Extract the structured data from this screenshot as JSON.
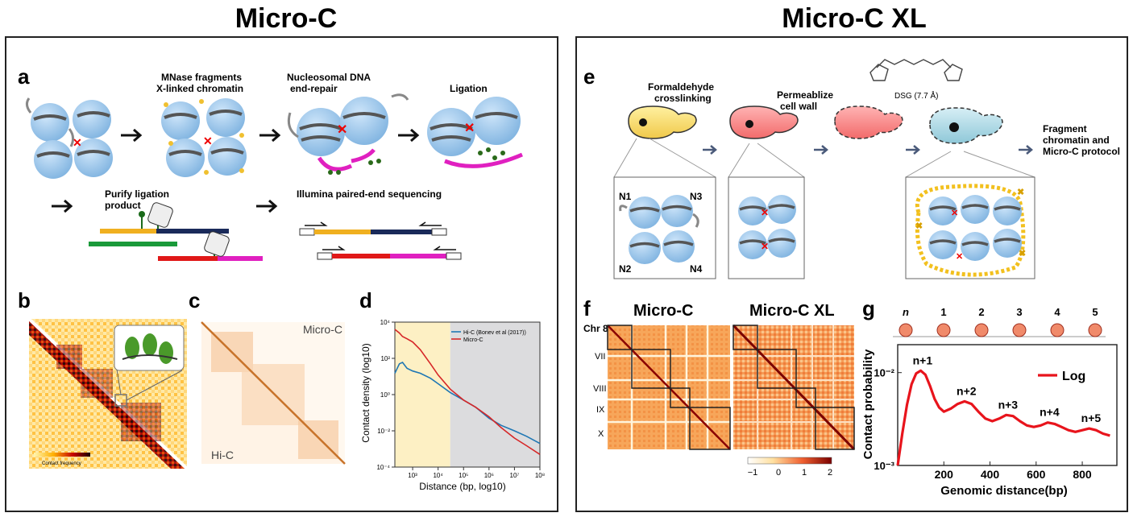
{
  "titles": {
    "left": "Micro-C",
    "right": "Micro-C XL"
  },
  "panels": {
    "a": {
      "letter": "a",
      "step_labels": [
        "MNase fragments",
        "X-linked chromatin",
        "Nucleosomal DNA",
        " end-repair",
        "Ligation"
      ],
      "purify": [
        "Purify ligation",
        "product"
      ],
      "seq": "Illumina paired-end sequencing"
    },
    "b": {
      "letter": "b",
      "colorbar_label": "Contact frequency"
    },
    "c": {
      "letter": "c",
      "top": "Micro-C",
      "bottom": "Hi-C"
    },
    "d": {
      "letter": "d",
      "ylabel": "Contact density (log10)",
      "xlabel": "Distance (bp, log10)",
      "legend": [
        "Hi-C (Bonev et al (2017))",
        "Micro-C"
      ],
      "yticks": [
        "10⁴",
        "10²",
        "10⁰",
        "10⁻²",
        "10⁻⁴"
      ],
      "xticks": [
        "10³",
        "10⁴",
        "10⁵",
        "10⁶",
        "10⁷",
        "10⁸"
      ],
      "colors": {
        "hic": "#1f77b4",
        "microc": "#d62728"
      }
    },
    "e": {
      "letter": "e",
      "steps": [
        "Formaldehyde",
        "crosslinking",
        "Permeablize",
        "cell wall",
        "Fragment",
        "chromatin  and",
        "Micro-C protocol"
      ],
      "dsg": "DSG (7.7 Å)",
      "nucleosomes": [
        "N1",
        "N2",
        "N3",
        "N4"
      ]
    },
    "f": {
      "letter": "f",
      "map_titles": [
        "Micro-C",
        "Micro-C XL"
      ],
      "chr": "Chr 8",
      "rows": [
        "VII",
        "VIII",
        "IX",
        "X"
      ],
      "cbar_ticks": [
        "−1",
        "0",
        "1",
        "2"
      ]
    },
    "g": {
      "letter": "g",
      "ylabel": "Contact probability",
      "xlabel": "Genomic distance(bp)",
      "legend": "Log",
      "yticks": [
        "10⁻²",
        "10⁻³"
      ],
      "xticks": [
        "200",
        "400",
        "600",
        "800"
      ],
      "peaks": [
        "n+1",
        "n+2",
        "n+3",
        "n+4",
        "n+5"
      ],
      "top_labels": [
        "n",
        "1",
        "2",
        "3",
        "4",
        "5"
      ],
      "color": "#e8141c"
    }
  },
  "chart_data": [
    {
      "type": "line",
      "panel": "d",
      "xscale": "log",
      "yscale": "log",
      "xlim": [
        200,
        100000000
      ],
      "ylim": [
        0.0001,
        10000
      ],
      "xlabel": "Distance (bp, log10)",
      "ylabel": "Contact density (log10)",
      "legend_position": "top-right",
      "series": [
        {
          "name": "Hi-C (Bonev et al (2017))",
          "x": [
            200,
            300,
            400,
            600,
            1000,
            2000,
            5000,
            10000,
            30000,
            100000,
            300000,
            1000000,
            3000000,
            10000000,
            30000000,
            100000000
          ],
          "y": [
            15,
            50,
            60,
            28,
            20,
            15,
            8,
            4,
            1.3,
            0.5,
            0.2,
            0.05,
            0.02,
            0.01,
            0.005,
            0.002
          ]
        },
        {
          "name": "Micro-C",
          "x": [
            200,
            300,
            400,
            600,
            1000,
            2000,
            5000,
            10000,
            30000,
            100000,
            300000,
            1000000,
            3000000,
            10000000,
            30000000,
            100000000
          ],
          "y": [
            4000,
            2500,
            1600,
            1200,
            800,
            300,
            50,
            12,
            2,
            0.5,
            0.2,
            0.06,
            0.015,
            0.004,
            0.0015,
            0.0005
          ]
        }
      ]
    },
    {
      "type": "line",
      "panel": "g",
      "yscale": "log",
      "xlim": [
        0,
        950
      ],
      "ylim": [
        0.001,
        0.02
      ],
      "xlabel": "Genomic distance(bp)",
      "ylabel": "Contact probability",
      "legend_position": "right",
      "series": [
        {
          "name": "Log",
          "x": [
            0,
            20,
            40,
            60,
            80,
            100,
            120,
            140,
            160,
            180,
            200,
            230,
            260,
            290,
            320,
            350,
            380,
            410,
            440,
            470,
            500,
            530,
            560,
            590,
            620,
            650,
            680,
            710,
            740,
            770,
            800,
            830,
            860,
            890,
            920
          ],
          "y": [
            0.001,
            0.0022,
            0.0045,
            0.0075,
            0.0098,
            0.0105,
            0.0095,
            0.0072,
            0.0052,
            0.0042,
            0.0038,
            0.0041,
            0.0046,
            0.0049,
            0.0046,
            0.0038,
            0.0032,
            0.003,
            0.0032,
            0.0035,
            0.0034,
            0.003,
            0.0027,
            0.0026,
            0.0027,
            0.0029,
            0.0028,
            0.0026,
            0.0024,
            0.0023,
            0.0024,
            0.0025,
            0.0024,
            0.0022,
            0.0021
          ]
        }
      ]
    }
  ]
}
